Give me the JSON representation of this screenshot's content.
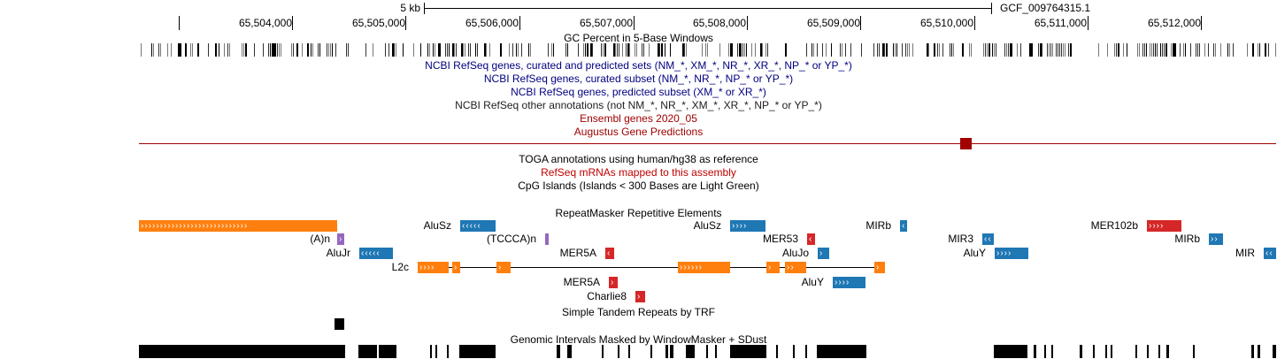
{
  "scale": {
    "label": "5 kb",
    "assembly": "GCF_009764315.1"
  },
  "ruler": {
    "ticks": [
      "65,504,000",
      "65,505,000",
      "65,506,000",
      "65,507,000",
      "65,508,000",
      "65,509,000",
      "65,510,000",
      "65,511,000",
      "65,512,000"
    ]
  },
  "tracks": {
    "gc_percent": "GC Percent in 5-Base Windows",
    "refseq_all": "NCBI RefSeq genes, curated and predicted sets (NM_*, XM_*, NR_*, XR_*, NP_* or YP_*)",
    "refseq_curated": "NCBI RefSeq genes, curated subset (NM_*, NR_*, NP_* or YP_*)",
    "refseq_predicted": "NCBI RefSeq genes, predicted subset (XM_* or XR_*)",
    "refseq_other": "NCBI RefSeq other annotations (not NM_*, NR_*, XM_*, XR_*, NP_* or YP_*)",
    "ensembl": "Ensembl genes 2020_05",
    "augustus": "Augustus Gene Predictions",
    "toga": "TOGA annotations using human/hg38 as reference",
    "refseq_mrna": "RefSeq mRNAs mapped to this assembly",
    "cpg": "CpG Islands (Islands < 300 Bases are Light Green)",
    "repeatmasker": "RepeatMasker Repetitive Elements",
    "simple_repeats": "Simple Tandem Repeats by TRF",
    "windowmasker": "Genomic Intervals Masked by WindowMasker + SDust"
  },
  "repeats": {
    "alusz_1": "AluSz",
    "alusz_2": "AluSz",
    "mirb_1": "MIRb",
    "mer102b": "MER102b",
    "an": "(A)n",
    "tccca": "(TCCCA)n",
    "mer53": "MER53",
    "mir3": "MIR3",
    "mirb_2": "MIRb",
    "alujr": "AluJr",
    "mer5a_1": "MER5A",
    "alujo": "AluJo",
    "aluy_1": "AluY",
    "mir": "MIR",
    "l2c": "L2c",
    "mer5a_2": "MER5A",
    "aluy_2": "AluY",
    "charlie8": "Charlie8"
  },
  "colors": {
    "refseq_blue": "#000080",
    "ensembl_red": "#a00000",
    "sine_blue": "#1f77b4",
    "line_orange": "#ff7f0e",
    "dna_red": "#d62728",
    "simple_purple": "#9467bd"
  },
  "icons": {
    "forward": "›",
    "reverse": "‹"
  }
}
